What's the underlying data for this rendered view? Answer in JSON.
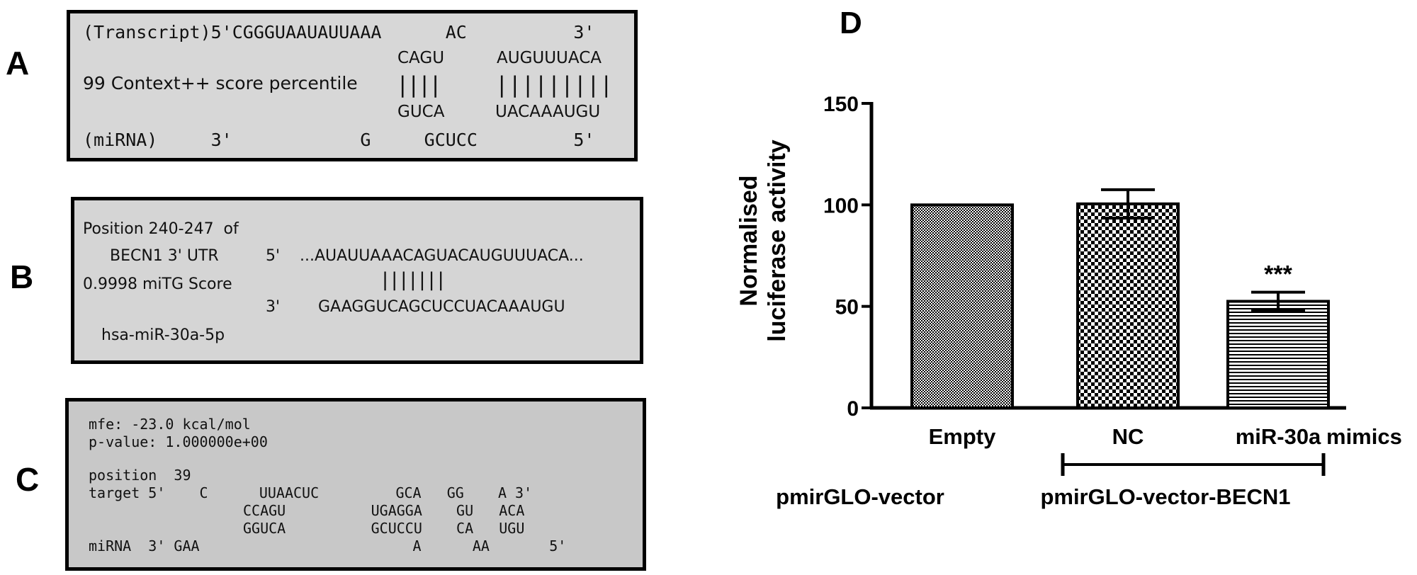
{
  "panel_labels": {
    "a": "A",
    "b": "B",
    "c": "C",
    "d": "D"
  },
  "panel_a": {
    "line1": "(Transcript)5'CGGGUAAUAUUAAA      AC          3'",
    "row_top_left": "CAGU",
    "row_top_right": "AUGUUUACA",
    "context_text": "99 Context++ score percentile",
    "bars_left": "||||",
    "bars_right": "|||||||||",
    "row_bot_left": "GUCA",
    "row_bot_right": "UACAAAUGU",
    "line5": "(miRNA)     3'            G     GCUCC         5'"
  },
  "panel_b": {
    "position": "Position 240-247  of",
    "gene": "BECN1 3' UTR",
    "five_prime": "5'",
    "target_seq": "...AUAUUAAACAGUACAUGUUUACA...",
    "bars": "|||||||",
    "score": "0.9998 miTG Score",
    "three_prime": "3'",
    "mirna_seq": "GAAGGUCAGCUCCUACAAAUGU",
    "mirna_name": "hsa-miR-30a-5p"
  },
  "panel_c": {
    "mfe": "mfe: -23.0 kcal/mol",
    "pvalue": "p-value: 1.000000e+00",
    "position": "position  39",
    "target": "target 5'    C      UUAACUC         GCA   GG    A 3'",
    "line2": "CCAGU          UGAGGA    GU   ACA",
    "line3": "GGUCA          GCUCCU    CA   UGU",
    "mirna": "miRNA  3' GAA                         A      AA       5'"
  },
  "chart_data": {
    "type": "bar",
    "categories": [
      "Empty",
      "NC",
      "miR-30a"
    ],
    "values": [
      100,
      100.5,
      52.5
    ],
    "errors": [
      0,
      7,
      4.5
    ],
    "patterns": [
      "fine-dots",
      "checker",
      "horizontal-lines"
    ],
    "ylabel": "Normalised\nluciferase activity",
    "ylabel_line1": "Normalised",
    "ylabel_line2": "luciferase activity",
    "ylim": [
      0,
      150
    ],
    "yticks": [
      0,
      50,
      100,
      150
    ],
    "significance": "***",
    "category_suffix": "mimics",
    "group_labels": [
      "pmirGLO-vector",
      "pmirGLO-vector-BECN1"
    ],
    "grid": false
  }
}
